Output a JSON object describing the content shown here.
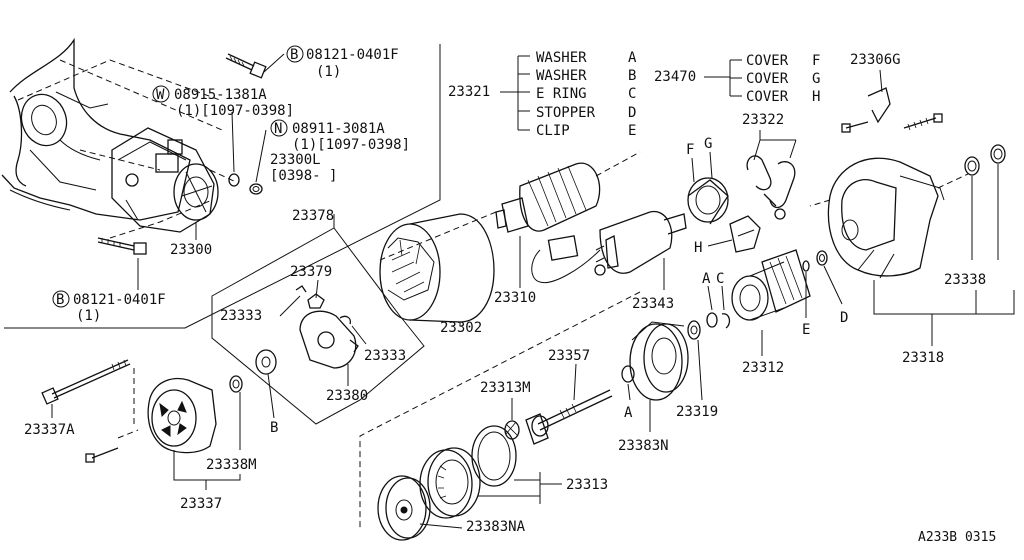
{
  "callouts": {
    "bolt_top": {
      "letter": "B",
      "part": "08121-0401F",
      "qty": "(1)"
    },
    "washer_w": {
      "letter": "W",
      "part": "08915-1381A",
      "qty": "(1)[1097-0398]"
    },
    "nut_n": {
      "letter": "N",
      "part": "08911-3081A",
      "qty": "(1)[1097-0398]"
    },
    "bolt_bottom": {
      "letter": "B",
      "part": "08121-0401F",
      "qty": "(1)"
    },
    "p23300L": {
      "num": "23300L",
      "range": "[0398-     ]"
    },
    "p23300": "23300",
    "p23378": "23378",
    "p23379": "23379",
    "p23333a": "23333",
    "p23333b": "23333",
    "p23380": "23380",
    "p23302": "23302",
    "p23310": "23310",
    "p23343": "23343",
    "p23357": "23357",
    "p23313M": "23313M",
    "p23337A": "23337A",
    "p23338M": "23338M",
    "p23337": "23337",
    "p23313": "23313",
    "p23383NA": "23383NA",
    "p23383N": "23383N",
    "p23319": "23319",
    "p23312": "23312",
    "p23318": "23318",
    "p23338": "23338",
    "p23322": "23322",
    "p23306G": "23306G",
    "letterB": "B",
    "letterA_low": "A",
    "letterA_up": "A",
    "letterC": "C",
    "letterD": "D",
    "letterE": "E",
    "letterF": "F",
    "letterG": "G",
    "letterH": "H"
  },
  "kit_23321": {
    "num": "23321",
    "items": [
      {
        "name": "WASHER",
        "code": "A"
      },
      {
        "name": "WASHER",
        "code": "B"
      },
      {
        "name": "E RING",
        "code": "C"
      },
      {
        "name": "STOPPER",
        "code": "D"
      },
      {
        "name": "CLIP",
        "code": "E"
      }
    ]
  },
  "kit_23470": {
    "num": "23470",
    "items": [
      {
        "name": "COVER",
        "code": "F"
      },
      {
        "name": "COVER",
        "code": "G"
      },
      {
        "name": "COVER",
        "code": "H"
      }
    ]
  },
  "diagram_id": "A233B 0315"
}
